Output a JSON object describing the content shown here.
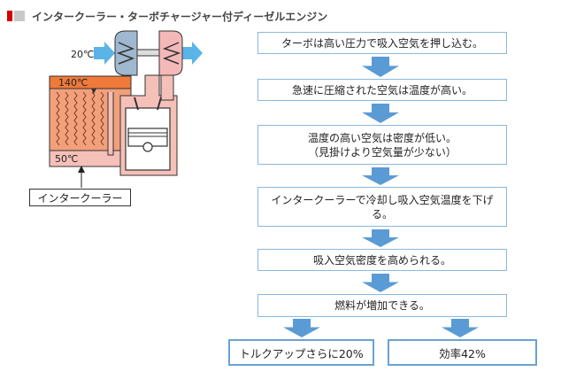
{
  "title": "インタークーラー・ターボチャージャー付ディーゼルエンジン",
  "diagram": {
    "temp_intake": "20℃",
    "temp_hot": "140℃",
    "temp_cool": "50℃",
    "intercooler_label": "インタークーラー"
  },
  "steps": [
    {
      "lines": [
        "ターボは高い圧力で吸入空気を押し込む。"
      ]
    },
    {
      "lines": [
        "急速に圧縮された空気は温度が高い。"
      ]
    },
    {
      "lines": [
        "温度の高い空気は密度が低い。",
        "（見掛けより空気量が少ない）"
      ]
    },
    {
      "lines": [
        "インタークーラーで冷却し吸入空気温度を下げ",
        "る。"
      ]
    },
    {
      "lines": [
        "吸入空気密度を高められる。"
      ]
    },
    {
      "lines": [
        "燃料が増加できる。"
      ]
    }
  ],
  "results": [
    "トルクアップさらに20%",
    "効率42%"
  ],
  "colors": {
    "arrow": "#5b9bd5",
    "hot": "#f2a07c",
    "cool_air": "#5bb4e8",
    "engine": "#f5c0b8"
  }
}
